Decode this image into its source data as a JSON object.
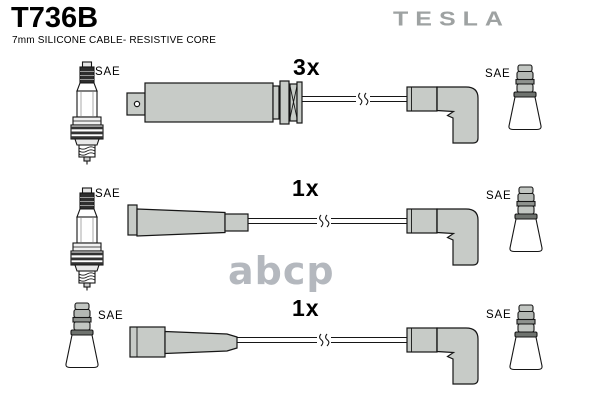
{
  "header": {
    "part_number": "T736B",
    "subtitle": "7mm SILICONE CABLE- RESISTIVE CORE",
    "brand": "TESLA"
  },
  "watermark": "abcp",
  "rows": [
    {
      "quantity": "3x",
      "left_connector_label": "SAE",
      "right_connector_label": "SAE",
      "left_terminal": "spark-plug",
      "boot_type": "straight-boot-with-tab",
      "right_terminal": "sae-stud-connector"
    },
    {
      "quantity": "1x",
      "left_connector_label": "SAE",
      "right_connector_label": "SAE",
      "left_terminal": "spark-plug",
      "boot_type": "straight-tapered-boot",
      "right_terminal": "sae-stud-connector"
    },
    {
      "quantity": "1x",
      "left_connector_label": "SAE",
      "right_connector_label": "SAE",
      "left_terminal": "sae-stud-connector",
      "boot_type": "straight-stepped-boot",
      "right_terminal": "sae-stud-connector"
    }
  ],
  "colors": {
    "boot_fill": "#c7cbc7",
    "outline": "#161616",
    "brand_gray": "#9ea2a2",
    "watermark_gray": "#b4b8be"
  }
}
